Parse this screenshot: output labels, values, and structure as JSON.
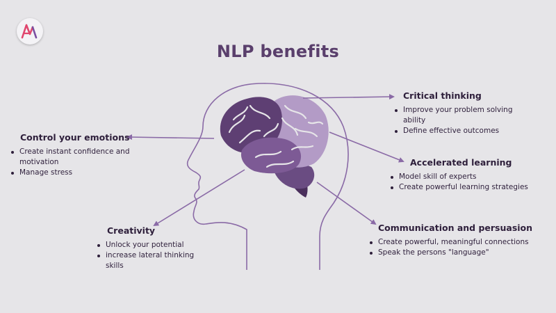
{
  "logo": {
    "text": "AV",
    "icon": "av-logo-icon"
  },
  "title": "NLP benefits",
  "blocks": {
    "emotions": {
      "heading": "Control your emotions",
      "items": [
        "Create instant confidence and motivation",
        "Manage stress"
      ]
    },
    "critical": {
      "heading": "Critical thinking",
      "items": [
        "Improve your problem solving ability",
        "Define effective outcomes"
      ]
    },
    "accelerated": {
      "heading": "Accelerated learning",
      "items": [
        "Model skill of experts",
        "Create powerful learning strategies"
      ]
    },
    "communication": {
      "heading": "Communication and persuasion",
      "items": [
        "Create powerful, meaningful connections",
        "Speak the persons \"language\""
      ]
    },
    "creativity": {
      "heading": "Creativity",
      "items": [
        "Unlock your potential",
        "increase lateral thinking skills"
      ]
    }
  },
  "colors": {
    "background": "#e6e5e8",
    "accent": "#8a6aa6",
    "title": "#5a3f6c",
    "brain_dark": "#5e3f73",
    "brain_mid": "#7d5a95",
    "brain_light": "#b39bc6"
  }
}
